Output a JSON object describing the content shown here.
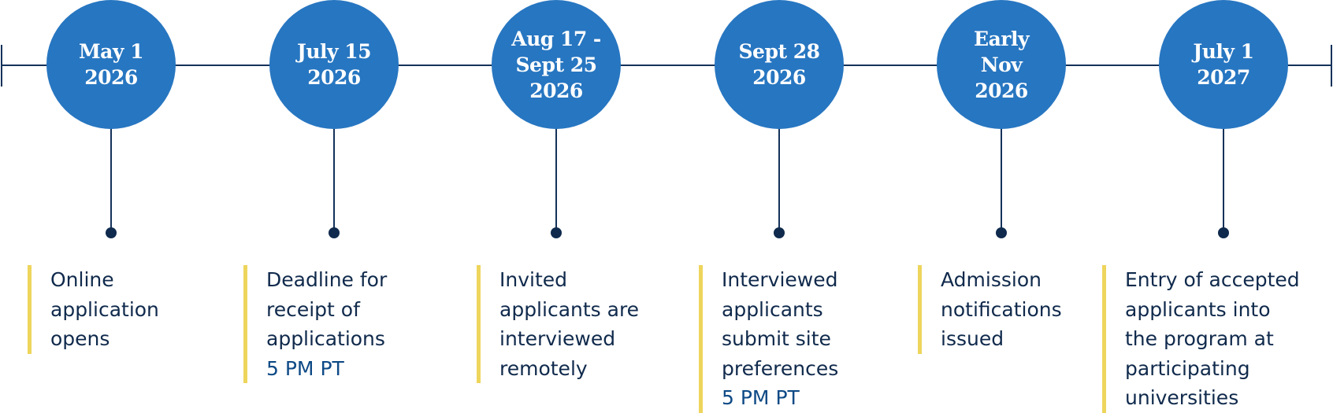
{
  "timeline": {
    "colors": {
      "circle_fill": "#2776c1",
      "circle_text": "#ffffff",
      "line": "#14325a",
      "dot": "#0f2a4d",
      "accent_bar": "#eed55c",
      "description_text": "#102a4c",
      "note_text": "#0e4a86"
    },
    "milestones": [
      {
        "date_lines": [
          "May 1",
          "2026"
        ],
        "description_lines": [
          "Online",
          "application",
          "opens"
        ],
        "note": ""
      },
      {
        "date_lines": [
          "July 15",
          "2026"
        ],
        "description_lines": [
          "Deadline for",
          "receipt of",
          "applications"
        ],
        "note": "5 PM PT"
      },
      {
        "date_lines": [
          "Aug 17 -",
          "Sept 25",
          "2026"
        ],
        "description_lines": [
          "Invited",
          "applicants are",
          "interviewed",
          "remotely"
        ],
        "note": ""
      },
      {
        "date_lines": [
          "Sept 28",
          "2026"
        ],
        "description_lines": [
          "Interviewed",
          "applicants",
          "submit site",
          "preferences"
        ],
        "note": "5 PM PT"
      },
      {
        "date_lines": [
          "Early",
          "Nov",
          "2026"
        ],
        "description_lines": [
          "Admission",
          "notifications",
          "issued"
        ],
        "note": ""
      },
      {
        "date_lines": [
          "July 1",
          "2027"
        ],
        "description_lines": [
          "Entry of accepted",
          "applicants into",
          "the program at",
          "participating",
          "universities"
        ],
        "note": ""
      }
    ]
  }
}
